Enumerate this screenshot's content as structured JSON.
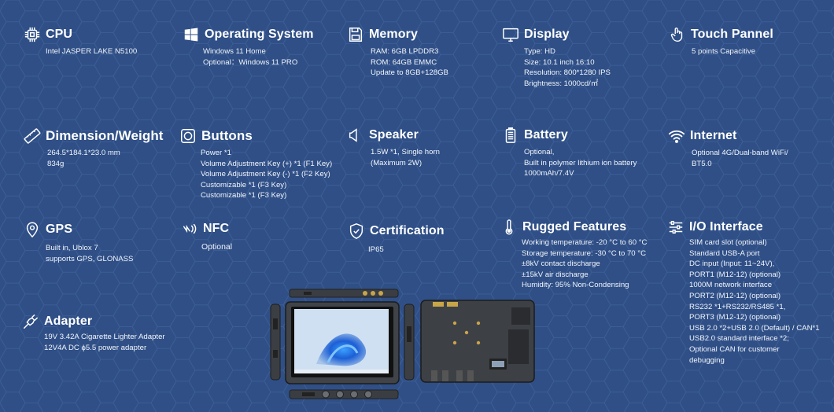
{
  "colors": {
    "background": "#2f4f86",
    "hex_pattern": "#3d5f98",
    "text": "#ffffff"
  },
  "specs": {
    "cpu": {
      "icon": "cpu-chip-icon",
      "title": "CPU",
      "lines": [
        "Intel JASPER LAKE N5100"
      ]
    },
    "os": {
      "icon": "windows-logo-icon",
      "title": "Operating System",
      "lines": [
        "Windows 11 Home",
        "Optional：Windows 11 PRO"
      ]
    },
    "memory": {
      "icon": "floppy-disk-icon",
      "title": "Memory",
      "lines": [
        "RAM: 6GB  LPDDR3",
        "ROM: 64GB  EMMC",
        "Update to 8GB+128GB"
      ]
    },
    "display": {
      "icon": "monitor-icon",
      "title": "Display",
      "lines": [
        "Type: HD",
        "Size: 10.1 inch 16:10",
        "Resolution:  800*1280 IPS",
        "Brightness: 1000cd/㎡"
      ]
    },
    "touch": {
      "icon": "touch-hand-icon",
      "title": "Touch Pannel",
      "lines": [
        "5 points Capacitive"
      ]
    },
    "dimension": {
      "icon": "ruler-icon",
      "title": "Dimension/Weight",
      "lines": [
        "264.5*184.1*23.0 mm",
        "834g"
      ]
    },
    "buttons": {
      "icon": "button-icon",
      "title": "Buttons",
      "lines": [
        "Power *1",
        "Volume Adjustment Key (+) *1 (F1 Key)",
        "Volume Adjustment Key (-) *1 (F2 Key)",
        "Customizable *1 (F3 Key)",
        "Customizable *1 (F3 Key)"
      ]
    },
    "speaker": {
      "icon": "speaker-icon",
      "title": "Speaker",
      "lines": [
        "1.5W *1, Single horn",
        "(Maximum 2W)"
      ]
    },
    "battery": {
      "icon": "battery-icon",
      "title": "Battery",
      "lines": [
        "Optional,",
        "Built in polymer lithium ion battery",
        "1000mAh/7.4V"
      ]
    },
    "internet": {
      "icon": "wifi-icon",
      "title": "Internet",
      "lines": [
        "Optional 4G/Dual-band WiFi/",
        "BT5.0"
      ]
    },
    "gps": {
      "icon": "map-pin-icon",
      "title": "GPS",
      "lines": [
        "Built in, Ublox 7",
        "supports GPS, GLONASS"
      ]
    },
    "nfc": {
      "icon": "nfc-icon",
      "title": "NFC",
      "lines": [
        "Optional"
      ]
    },
    "certification": {
      "icon": "shield-check-icon",
      "title": "Certification",
      "lines": [
        "IP65"
      ]
    },
    "rugged": {
      "icon": "thermometer-icon",
      "title": "Rugged Features",
      "lines": [
        "Working temperature: -20 °C to 60 °C",
        "Storage temperature: -30 °C to 70 °C",
        "±8kV contact discharge",
        "±15kV air discharge",
        "Humidity: 95% Non-Condensing"
      ]
    },
    "io": {
      "icon": "sliders-icon",
      "title": "I/O Interface",
      "lines": [
        "SIM card slot (optional)",
        "Standard USB-A port",
        "DC input (Input: 11~24V),",
        "PORT1 (M12-12) (optional)",
        "1000M network interface",
        "PORT2 (M12-12) (optional)",
        "RS232 *1+RS232/RS485 *1,",
        "PORT3 (M12-12) (optional)",
        "USB 2.0 *2+USB 2.0 (Default) / CAN*1",
        "USB2.0 standard interface *2;",
        "Optional CAN for customer",
        "debugging"
      ]
    },
    "adapter": {
      "icon": "plug-icon",
      "title": "Adapter",
      "lines": [
        "19V 3.42A Cigarette Lighter Adapter",
        "12V4A  DC ϕ5.5 power adapter"
      ]
    }
  }
}
